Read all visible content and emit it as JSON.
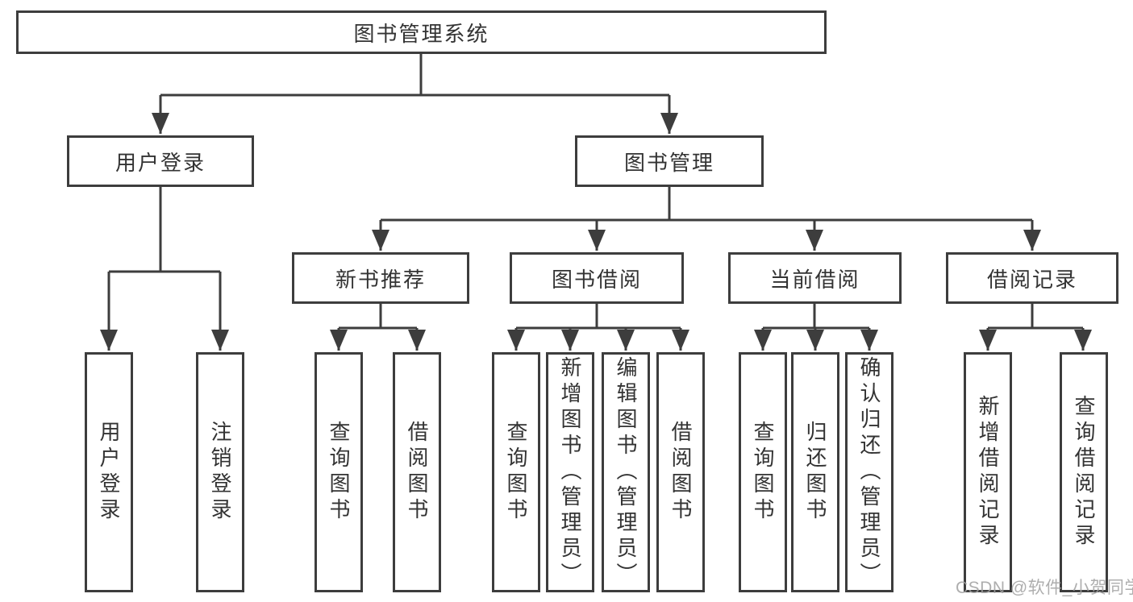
{
  "nodes": {
    "root": {
      "label": "图书管理系统"
    },
    "level2": [
      {
        "label": "用户登录"
      },
      {
        "label": "图书管理"
      }
    ],
    "level3": [
      {
        "label": "新书推荐",
        "parent": "图书管理"
      },
      {
        "label": "图书借阅",
        "parent": "图书管理"
      },
      {
        "label": "当前借阅",
        "parent": "图书管理"
      },
      {
        "label": "借阅记录",
        "parent": "图书管理"
      }
    ],
    "leaves": [
      {
        "label": "用户登录",
        "parent": "用户登录"
      },
      {
        "label": "注销登录",
        "parent": "用户登录"
      },
      {
        "label": "查询图书",
        "parent": "新书推荐"
      },
      {
        "label": "借阅图书",
        "parent": "新书推荐"
      },
      {
        "label": "查询图书",
        "parent": "图书借阅"
      },
      {
        "label": "新增图书（管理员）",
        "parent": "图书借阅"
      },
      {
        "label": "编辑图书（管理员）",
        "parent": "图书借阅"
      },
      {
        "label": "借阅图书",
        "parent": "图书借阅"
      },
      {
        "label": "查询图书",
        "parent": "当前借阅"
      },
      {
        "label": "归还图书",
        "parent": "当前借阅"
      },
      {
        "label": "确认归还（管理员）",
        "parent": "当前借阅"
      },
      {
        "label": "新增借阅记录",
        "parent": "借阅记录"
      },
      {
        "label": "查询借阅记录",
        "parent": "借阅记录"
      }
    ]
  },
  "watermark": {
    "text": "CSDN @软件_小贺同学"
  },
  "colors": {
    "line": "#3d3d3d",
    "text": "#333333",
    "background": "#ffffff",
    "watermark": "#a0a0a0"
  }
}
